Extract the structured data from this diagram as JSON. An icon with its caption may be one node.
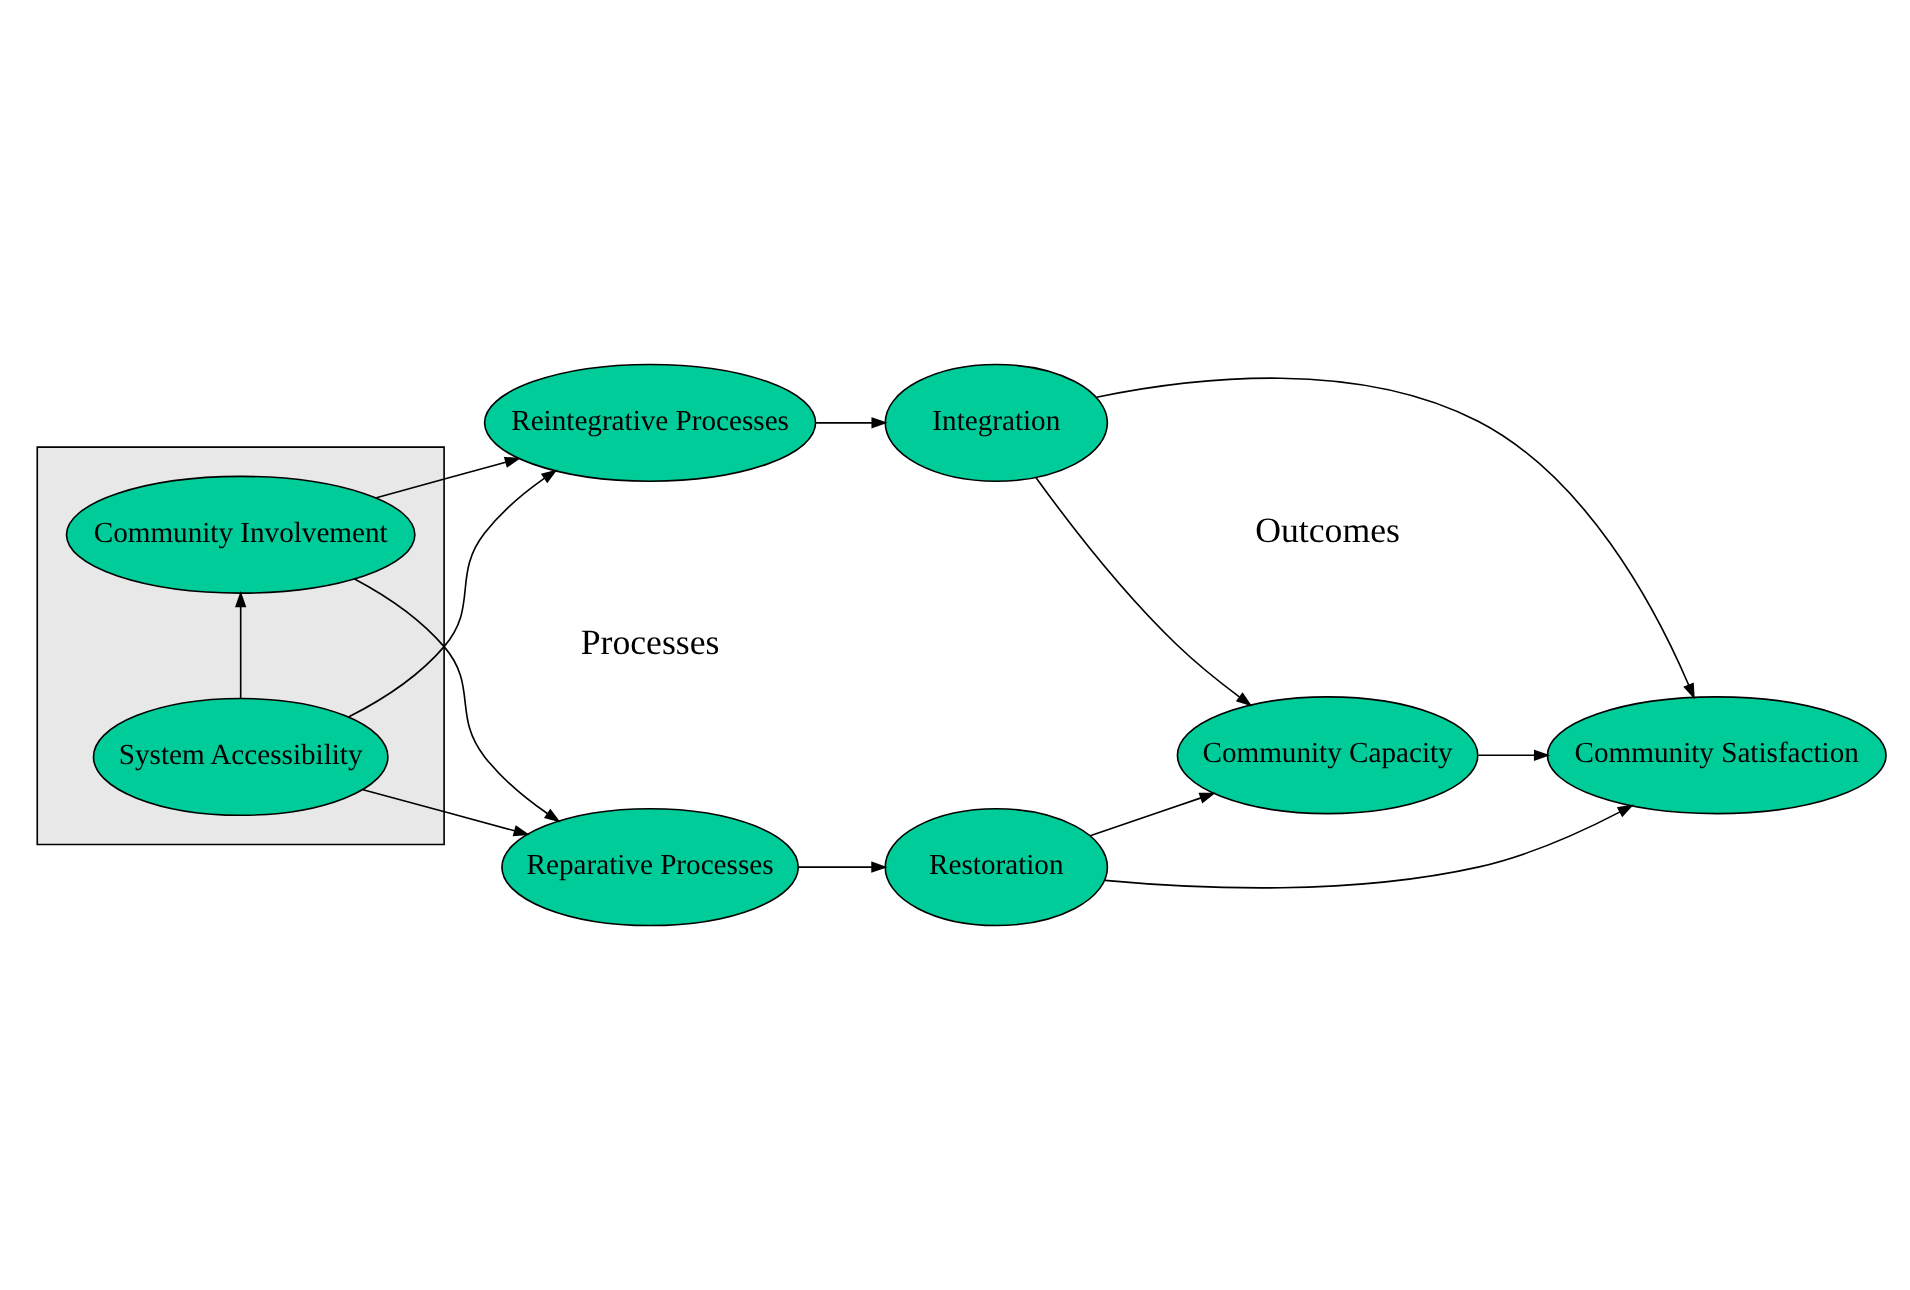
{
  "diagram": {
    "nodes": [
      {
        "text": [],
        "shape": "box"
      },
      {
        "text": [
          "System Accessibility"
        ],
        "in": 0
      },
      {
        "text": [
          "Community Involvement"
        ],
        "in": 0
      },
      {
        "text": [
          "Reparative Processes"
        ]
      },
      {
        "text": [
          "Reintegrative Processes"
        ]
      },
      {
        "text": [
          "Restoration"
        ]
      },
      {
        "text": [
          "Integration"
        ]
      },
      {
        "text": [
          "Community Capacity"
        ]
      },
      {
        "text": [
          "Community Satisfaction"
        ]
      }
    ],
    "edges": [
      {
        "from": 1,
        "to": 3,
        "arrow": "to"
      },
      {
        "from": 1,
        "to": 2,
        "arrow": "to"
      },
      {
        "from": 1,
        "to": 4,
        "arrow": "to"
      },
      {
        "from": 2,
        "to": 3,
        "arrow": "to"
      },
      {
        "from": 2,
        "to": 4,
        "arrow": "to"
      },
      {
        "from": 3,
        "to": 5,
        "arrow": "to"
      },
      {
        "from": 4,
        "to": 6,
        "arrow": "to"
      },
      {
        "from": 5,
        "to": 7,
        "arrow": "to"
      },
      {
        "from": 5,
        "to": 8,
        "arrow": "to"
      },
      {
        "from": 6,
        "to": 7,
        "arrow": "to"
      },
      {
        "from": 6,
        "to": 8,
        "arrow": "to"
      },
      {
        "from": 7,
        "to": 8,
        "arrow": "to"
      }
    ],
    "labels": [
      "Processes",
      "Outcomes"
    ]
  }
}
